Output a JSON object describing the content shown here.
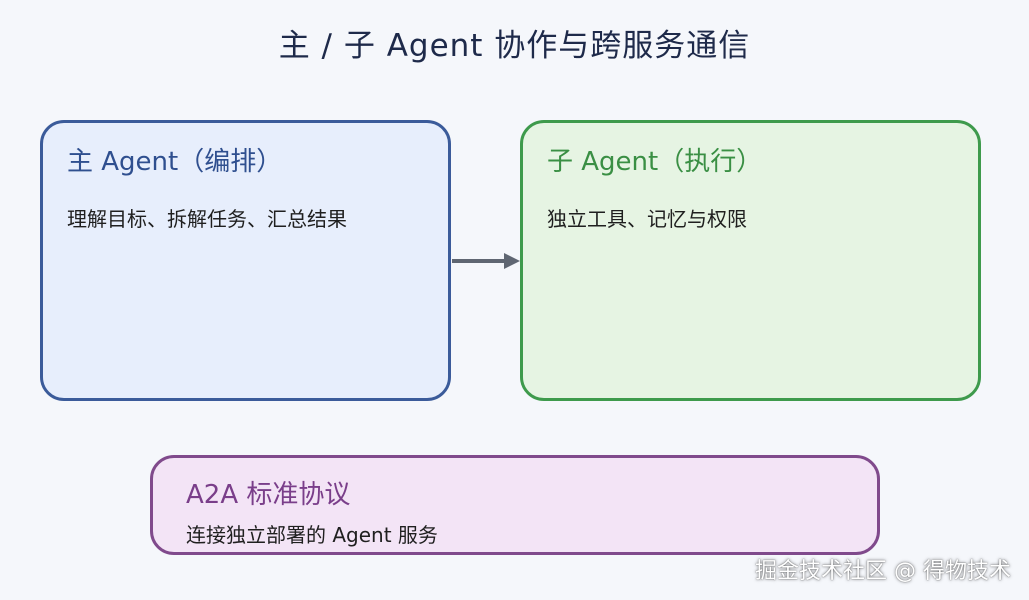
{
  "title": "主 / 子 Agent 协作与跨服务通信",
  "nodes": {
    "main_agent": {
      "title": "主 Agent（编排）",
      "description": "理解目标、拆解任务、汇总结果"
    },
    "sub_agent": {
      "title": "子 Agent（执行）",
      "description": "独立工具、记忆与权限"
    },
    "a2a": {
      "title": "A2A 标准协议",
      "description": "连接独立部署的 Agent 服务"
    }
  },
  "watermark": "掘金技术社区 @ 得物技术",
  "colors": {
    "main_border": "#3b5b9a",
    "main_fill": "#e7eefc",
    "sub_border": "#3e9a4c",
    "sub_fill": "#e6f4e3",
    "a2a_border": "#804a8c",
    "a2a_fill": "#f3e4f6",
    "arrow": "#5f6672"
  }
}
